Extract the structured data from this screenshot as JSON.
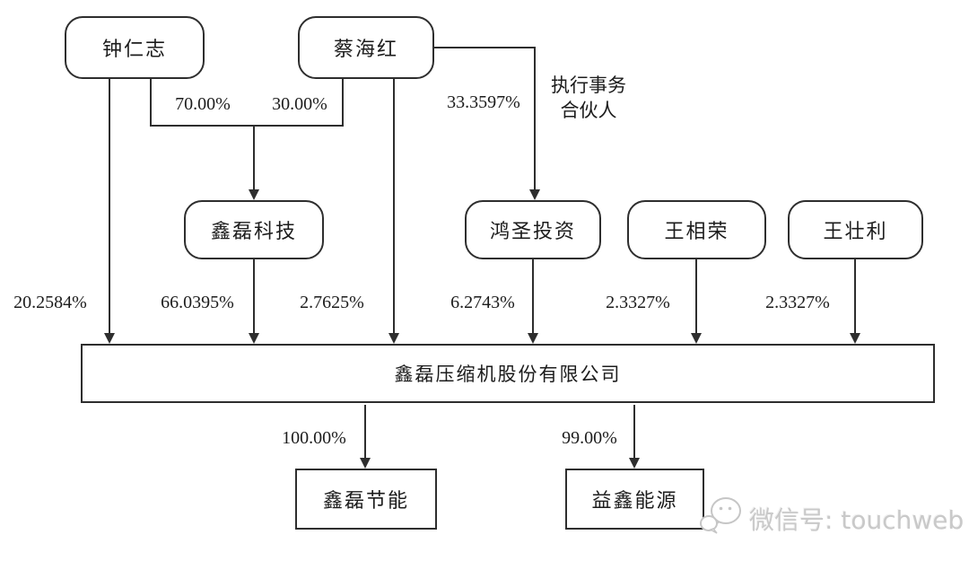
{
  "diagram": {
    "nodes": {
      "zhong_renzhi": "钟仁志",
      "cai_haihong": "蔡海红",
      "xinlei_keji": "鑫磊科技",
      "hongsheng_touzi": "鸿圣投资",
      "wang_xiangrong": "王相荣",
      "wang_zhuangli": "王壮利",
      "main_company": "鑫磊压缩机股份有限公司",
      "xinlei_jieneng": "鑫磊节能",
      "yixin_nengyuan": "益鑫能源"
    },
    "edges": {
      "zhong_to_keji": "70.00%",
      "cai_to_keji": "30.00%",
      "cai_to_hongsheng": "33.3597%",
      "executive_partner_line1": "执行事务",
      "executive_partner_line2": "合伙人",
      "zhong_to_main": "20.2584%",
      "keji_to_main": "66.0395%",
      "cai_to_main": "2.7625%",
      "hongsheng_to_main": "6.2743%",
      "xiangrong_to_main": "2.3327%",
      "zhuangli_to_main": "2.3327%",
      "main_to_jieneng": "100.00%",
      "main_to_yixin": "99.00%"
    },
    "watermark": {
      "icon": "wechat-icon",
      "text": "微信号: touchweb"
    },
    "colors": {
      "line": "#2e2e2e",
      "text": "#1c1c1c",
      "background": "#ffffff",
      "watermark": "#c9c9c9"
    }
  }
}
